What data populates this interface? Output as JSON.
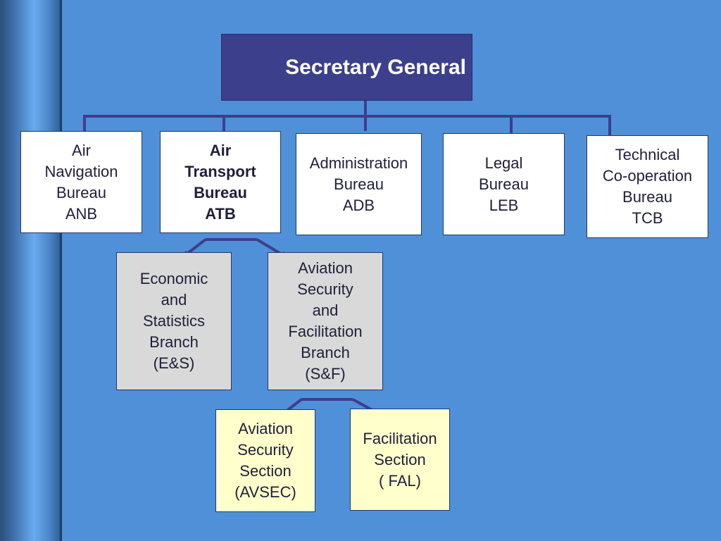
{
  "secretary_general": "Secretary General",
  "bureaus": [
    {
      "lines": [
        "Air",
        "Navigation",
        "Bureau",
        "ANB"
      ]
    },
    {
      "lines": [
        "Air",
        "Transport",
        "Bureau",
        "ATB"
      ]
    },
    {
      "lines": [
        "Administration",
        "Bureau",
        "ADB"
      ]
    },
    {
      "lines": [
        "Legal",
        "Bureau",
        "LEB"
      ]
    },
    {
      "lines": [
        "Technical",
        "Co-operation",
        "Bureau",
        "TCB"
      ]
    }
  ],
  "branches": [
    {
      "lines": [
        "Economic",
        "and",
        "Statistics",
        "Branch",
        "(E&S)"
      ]
    },
    {
      "lines": [
        "Aviation",
        "Security",
        "and",
        "Facilitation",
        "Branch",
        "(S&F)"
      ]
    }
  ],
  "sections": [
    {
      "lines": [
        "Aviation",
        "Security",
        "Section",
        "(AVSEC)"
      ]
    },
    {
      "lines": [
        "Facilitation",
        "Section",
        "( FAL)"
      ]
    }
  ]
}
